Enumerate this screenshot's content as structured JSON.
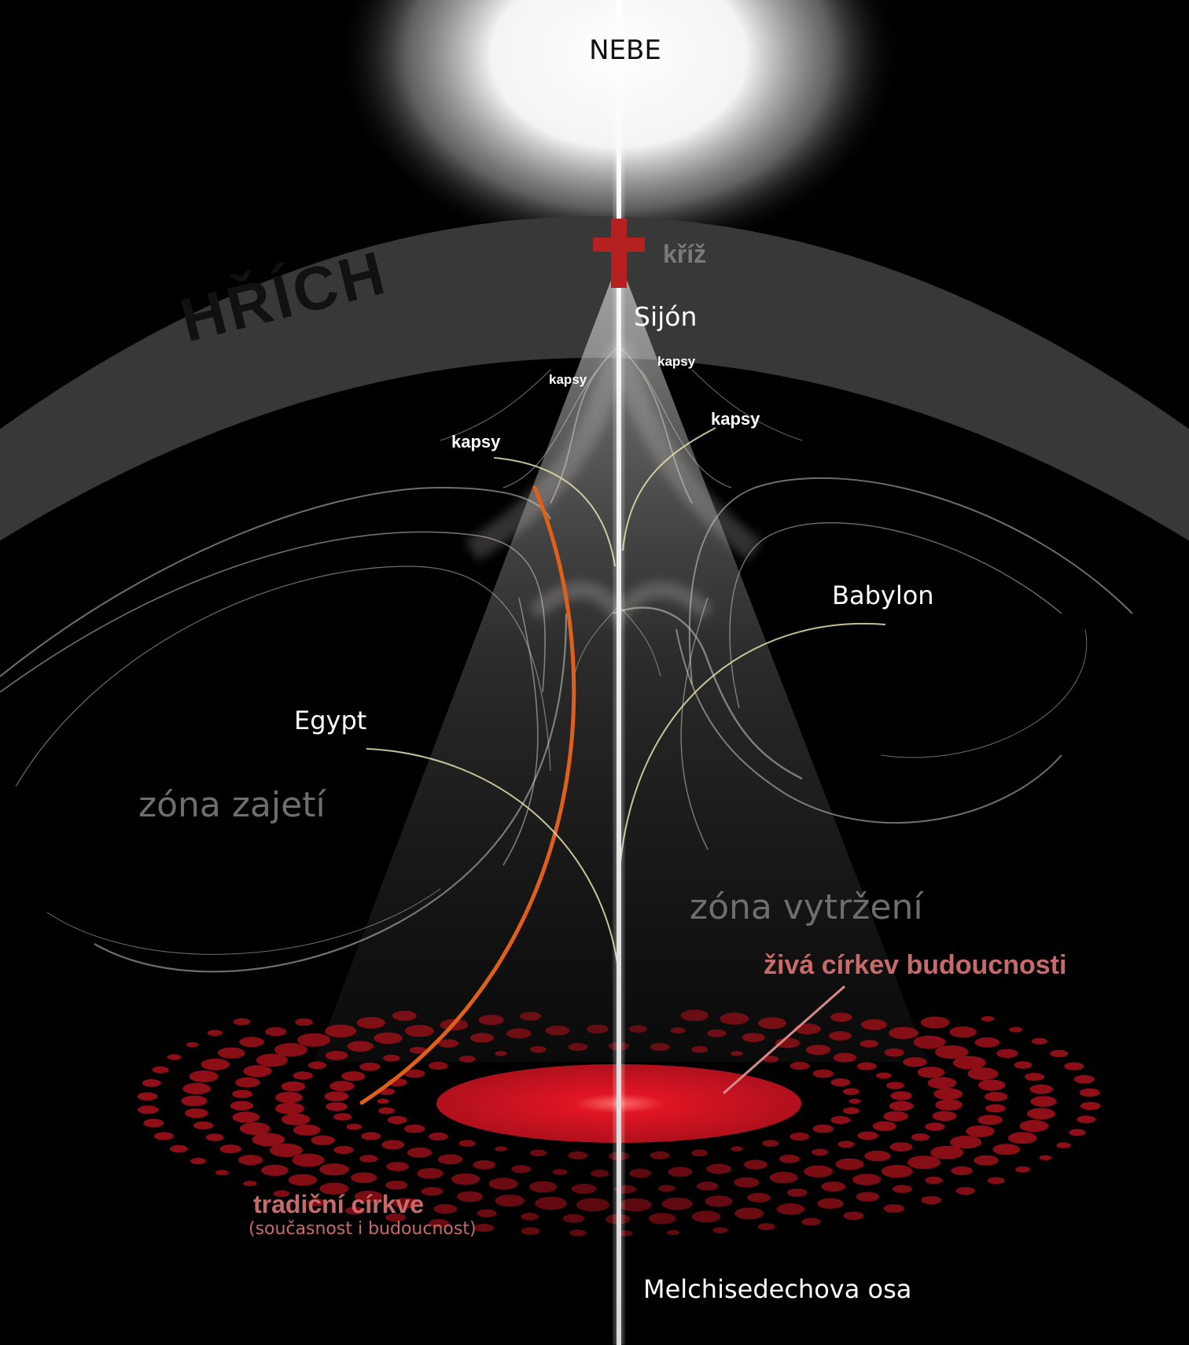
{
  "labels": {
    "heaven": "NEBE",
    "sin": "HŘÍCH",
    "cross": "kříž",
    "zion": "Sijón",
    "pockets": [
      "kapsy",
      "kapsy",
      "kapsy",
      "kapsy"
    ],
    "babylon": "Babylon",
    "egypt": "Egypt",
    "captivity_zone": "zóna zajetí",
    "rapture_zone": "zóna vytržení",
    "living_church": "živá církev budoucnosti",
    "traditional_churches": "tradiční církve",
    "traditional_churches_sub": "(současnost i budoucnost)",
    "axis": "Melchisedechova osa"
  },
  "colors": {
    "background": "#000000",
    "sin_band": "#3a3a3a",
    "cross": "#b22222",
    "church_red": "#c0101e",
    "label_red": "#c86a6a",
    "zone_grey": "#6e6e6e",
    "orange_curve": "#e0601a",
    "leader_line": "#e6e0b0"
  }
}
